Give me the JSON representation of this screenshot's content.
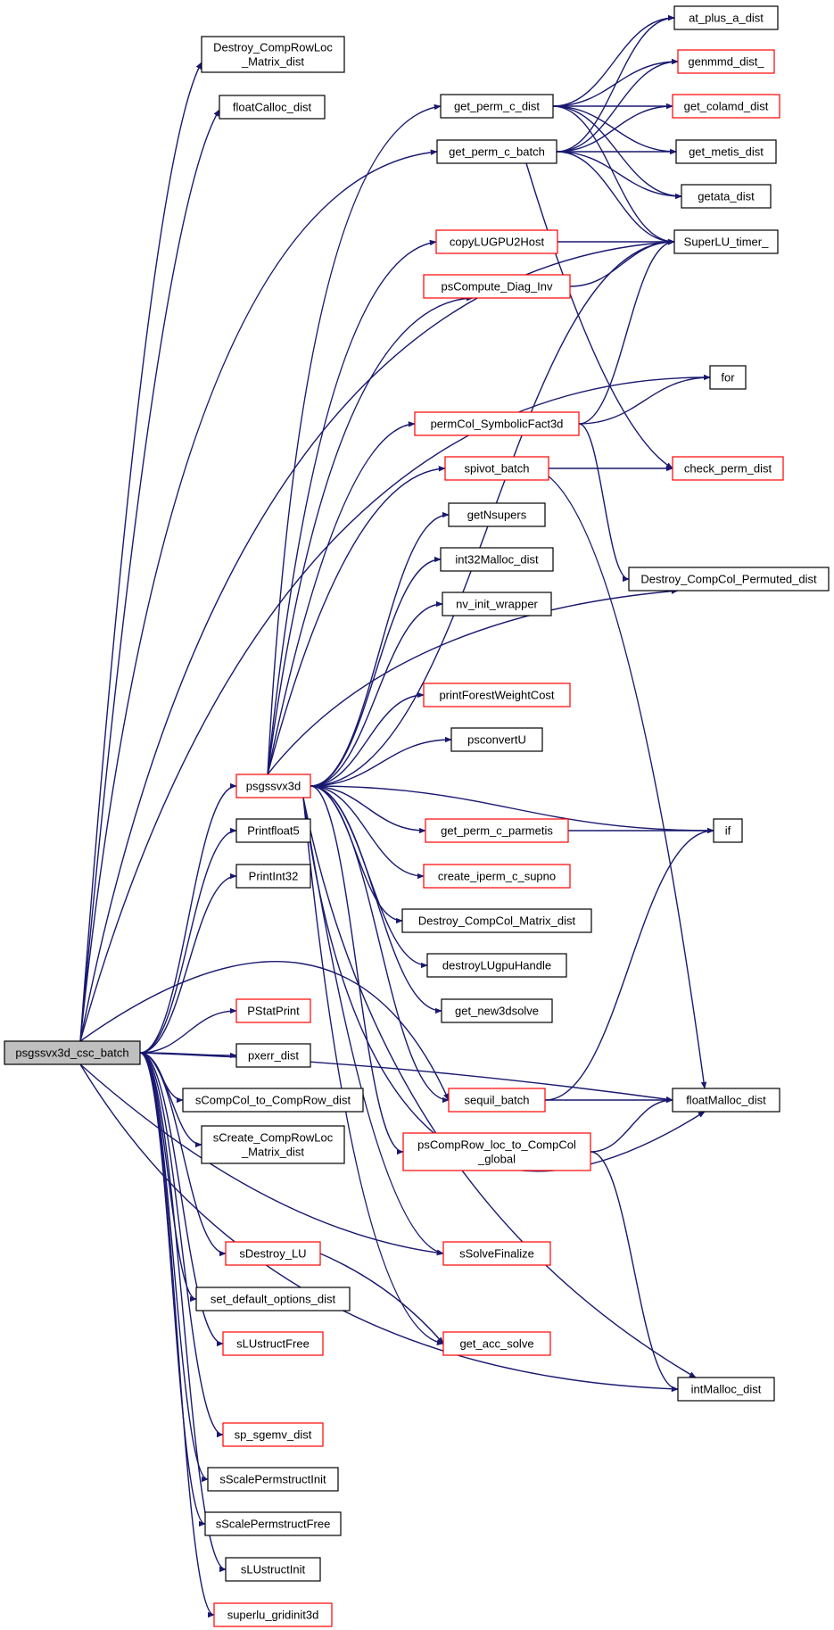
{
  "colors": {
    "edge": "#191970",
    "normal_border": "#000000",
    "highlight_border": "#ff0000",
    "root_fill": "#bfbfbf",
    "node_fill": "#ffffff"
  },
  "root": "psgssvx3d_csc_batch",
  "nodes": [
    {
      "id": "psgssvx3d_csc_batch",
      "lines": [
        "psgssvx3d_csc_batch"
      ],
      "style": "root"
    },
    {
      "id": "Destroy_CompRowLoc_Matrix_dist",
      "lines": [
        "Destroy_CompRowLoc",
        "_Matrix_dist"
      ],
      "style": "normal"
    },
    {
      "id": "floatCalloc_dist",
      "lines": [
        "floatCalloc_dist"
      ],
      "style": "normal"
    },
    {
      "id": "get_perm_c_batch",
      "lines": [
        "get_perm_c_batch"
      ],
      "style": "normal"
    },
    {
      "id": "SuperLU_timer_",
      "lines": [
        "SuperLU_timer_"
      ],
      "style": "normal"
    },
    {
      "id": "for",
      "lines": [
        "for"
      ],
      "style": "normal"
    },
    {
      "id": "psgssvx3d",
      "lines": [
        "psgssvx3d"
      ],
      "style": "red"
    },
    {
      "id": "Printfloat5",
      "lines": [
        "Printfloat5"
      ],
      "style": "normal"
    },
    {
      "id": "PrintInt32",
      "lines": [
        "PrintInt32"
      ],
      "style": "normal"
    },
    {
      "id": "PStatPrint",
      "lines": [
        "PStatPrint"
      ],
      "style": "red"
    },
    {
      "id": "pxerr_dist",
      "lines": [
        "pxerr_dist"
      ],
      "style": "normal"
    },
    {
      "id": "sCompCol_to_CompRow_dist",
      "lines": [
        "sCompCol_to_CompRow_dist"
      ],
      "style": "normal"
    },
    {
      "id": "sCreate_CompRowLoc_Matrix_dist",
      "lines": [
        "sCreate_CompRowLoc",
        "_Matrix_dist"
      ],
      "style": "normal"
    },
    {
      "id": "sDestroy_LU",
      "lines": [
        "sDestroy_LU"
      ],
      "style": "red"
    },
    {
      "id": "set_default_options_dist",
      "lines": [
        "set_default_options_dist"
      ],
      "style": "normal"
    },
    {
      "id": "sLUstructFree",
      "lines": [
        "sLUstructFree"
      ],
      "style": "red"
    },
    {
      "id": "sp_sgemv_dist",
      "lines": [
        "sp_sgemv_dist"
      ],
      "style": "red"
    },
    {
      "id": "sScalePermstructInit",
      "lines": [
        "sScalePermstructInit"
      ],
      "style": "normal"
    },
    {
      "id": "sScalePermstructFree",
      "lines": [
        "sScalePermstructFree"
      ],
      "style": "normal"
    },
    {
      "id": "sLUstructInit",
      "lines": [
        "sLUstructInit"
      ],
      "style": "normal"
    },
    {
      "id": "superlu_gridinit3d",
      "lines": [
        "superlu_gridinit3d"
      ],
      "style": "red"
    },
    {
      "id": "get_perm_c_dist",
      "lines": [
        "get_perm_c_dist"
      ],
      "style": "normal"
    },
    {
      "id": "copyLUGPU2Host",
      "lines": [
        "copyLUGPU2Host"
      ],
      "style": "red"
    },
    {
      "id": "psCompute_Diag_Inv",
      "lines": [
        "psCompute_Diag_Inv"
      ],
      "style": "red"
    },
    {
      "id": "permCol_SymbolicFact3d",
      "lines": [
        "permCol_SymbolicFact3d"
      ],
      "style": "red"
    },
    {
      "id": "spivot_batch",
      "lines": [
        "spivot_batch"
      ],
      "style": "red"
    },
    {
      "id": "getNsupers",
      "lines": [
        "getNsupers"
      ],
      "style": "normal"
    },
    {
      "id": "int32Malloc_dist",
      "lines": [
        "int32Malloc_dist"
      ],
      "style": "normal"
    },
    {
      "id": "nv_init_wrapper",
      "lines": [
        "nv_init_wrapper"
      ],
      "style": "normal"
    },
    {
      "id": "printForestWeightCost",
      "lines": [
        "printForestWeightCost"
      ],
      "style": "red"
    },
    {
      "id": "psconvertU",
      "lines": [
        "psconvertU"
      ],
      "style": "normal"
    },
    {
      "id": "get_perm_c_parmetis",
      "lines": [
        "get_perm_c_parmetis"
      ],
      "style": "red"
    },
    {
      "id": "create_iperm_c_supno",
      "lines": [
        "create_iperm_c_supno"
      ],
      "style": "red"
    },
    {
      "id": "Destroy_CompCol_Matrix_dist",
      "lines": [
        "Destroy_CompCol_Matrix_dist"
      ],
      "style": "normal"
    },
    {
      "id": "destroyLUgpuHandle",
      "lines": [
        "destroyLUgpuHandle"
      ],
      "style": "normal"
    },
    {
      "id": "get_new3dsolve",
      "lines": [
        "get_new3dsolve"
      ],
      "style": "normal"
    },
    {
      "id": "sequil_batch",
      "lines": [
        "sequil_batch"
      ],
      "style": "red"
    },
    {
      "id": "psCompRow_loc_to_CompCol_global",
      "lines": [
        "psCompRow_loc_to_CompCol",
        "_global"
      ],
      "style": "red"
    },
    {
      "id": "sSolveFinalize",
      "lines": [
        "sSolveFinalize"
      ],
      "style": "red"
    },
    {
      "id": "get_acc_solve",
      "lines": [
        "get_acc_solve"
      ],
      "style": "red"
    },
    {
      "id": "at_plus_a_dist",
      "lines": [
        "at_plus_a_dist"
      ],
      "style": "normal"
    },
    {
      "id": "genmmd_dist_",
      "lines": [
        "genmmd_dist_"
      ],
      "style": "red"
    },
    {
      "id": "get_colamd_dist",
      "lines": [
        "get_colamd_dist"
      ],
      "style": "red"
    },
    {
      "id": "get_metis_dist",
      "lines": [
        "get_metis_dist"
      ],
      "style": "normal"
    },
    {
      "id": "getata_dist",
      "lines": [
        "getata_dist"
      ],
      "style": "normal"
    },
    {
      "id": "check_perm_dist",
      "lines": [
        "check_perm_dist"
      ],
      "style": "red"
    },
    {
      "id": "Destroy_CompCol_Permuted_dist",
      "lines": [
        "Destroy_CompCol_Permuted_dist"
      ],
      "style": "normal"
    },
    {
      "id": "if",
      "lines": [
        "if"
      ],
      "style": "normal"
    },
    {
      "id": "floatMalloc_dist",
      "lines": [
        "floatMalloc_dist"
      ],
      "style": "normal"
    },
    {
      "id": "intMalloc_dist",
      "lines": [
        "intMalloc_dist"
      ],
      "style": "normal"
    }
  ],
  "edges": [
    [
      "psgssvx3d_csc_batch",
      "Destroy_CompRowLoc_Matrix_dist"
    ],
    [
      "psgssvx3d_csc_batch",
      "floatCalloc_dist"
    ],
    [
      "psgssvx3d_csc_batch",
      "get_perm_c_batch"
    ],
    [
      "psgssvx3d_csc_batch",
      "SuperLU_timer_"
    ],
    [
      "psgssvx3d_csc_batch",
      "for"
    ],
    [
      "psgssvx3d_csc_batch",
      "psgssvx3d"
    ],
    [
      "psgssvx3d_csc_batch",
      "Printfloat5"
    ],
    [
      "psgssvx3d_csc_batch",
      "PrintInt32"
    ],
    [
      "psgssvx3d_csc_batch",
      "PStatPrint"
    ],
    [
      "psgssvx3d_csc_batch",
      "pxerr_dist"
    ],
    [
      "psgssvx3d_csc_batch",
      "sCompCol_to_CompRow_dist"
    ],
    [
      "psgssvx3d_csc_batch",
      "sCreate_CompRowLoc_Matrix_dist"
    ],
    [
      "psgssvx3d_csc_batch",
      "sDestroy_LU"
    ],
    [
      "psgssvx3d_csc_batch",
      "set_default_options_dist"
    ],
    [
      "psgssvx3d_csc_batch",
      "sLUstructFree"
    ],
    [
      "psgssvx3d_csc_batch",
      "sp_sgemv_dist"
    ],
    [
      "psgssvx3d_csc_batch",
      "sScalePermstructInit"
    ],
    [
      "psgssvx3d_csc_batch",
      "sScalePermstructFree"
    ],
    [
      "psgssvx3d_csc_batch",
      "sLUstructInit"
    ],
    [
      "psgssvx3d_csc_batch",
      "superlu_gridinit3d"
    ],
    [
      "psgssvx3d_csc_batch",
      "sequil_batch"
    ],
    [
      "psgssvx3d_csc_batch",
      "sSolveFinalize"
    ],
    [
      "psgssvx3d_csc_batch",
      "floatMalloc_dist"
    ],
    [
      "psgssvx3d_csc_batch",
      "intMalloc_dist"
    ],
    [
      "psgssvx3d",
      "get_perm_c_dist"
    ],
    [
      "psgssvx3d",
      "copyLUGPU2Host"
    ],
    [
      "psgssvx3d",
      "psCompute_Diag_Inv"
    ],
    [
      "psgssvx3d",
      "permCol_SymbolicFact3d"
    ],
    [
      "psgssvx3d",
      "spivot_batch"
    ],
    [
      "psgssvx3d",
      "getNsupers"
    ],
    [
      "psgssvx3d",
      "int32Malloc_dist"
    ],
    [
      "psgssvx3d",
      "nv_init_wrapper"
    ],
    [
      "psgssvx3d",
      "printForestWeightCost"
    ],
    [
      "psgssvx3d",
      "psconvertU"
    ],
    [
      "psgssvx3d",
      "get_perm_c_parmetis"
    ],
    [
      "psgssvx3d",
      "create_iperm_c_supno"
    ],
    [
      "psgssvx3d",
      "Destroy_CompCol_Matrix_dist"
    ],
    [
      "psgssvx3d",
      "destroyLUgpuHandle"
    ],
    [
      "psgssvx3d",
      "get_new3dsolve"
    ],
    [
      "psgssvx3d",
      "sequil_batch"
    ],
    [
      "psgssvx3d",
      "psCompRow_loc_to_CompCol_global"
    ],
    [
      "psgssvx3d",
      "sSolveFinalize"
    ],
    [
      "psgssvx3d",
      "get_acc_solve"
    ],
    [
      "psgssvx3d",
      "Destroy_CompCol_Permuted_dist"
    ],
    [
      "psgssvx3d",
      "if"
    ],
    [
      "psgssvx3d",
      "SuperLU_timer_"
    ],
    [
      "psgssvx3d",
      "floatMalloc_dist"
    ],
    [
      "psgssvx3d",
      "intMalloc_dist"
    ],
    [
      "get_perm_c_dist",
      "at_plus_a_dist"
    ],
    [
      "get_perm_c_dist",
      "genmmd_dist_"
    ],
    [
      "get_perm_c_dist",
      "get_colamd_dist"
    ],
    [
      "get_perm_c_dist",
      "get_metis_dist"
    ],
    [
      "get_perm_c_dist",
      "getata_dist"
    ],
    [
      "get_perm_c_dist",
      "SuperLU_timer_"
    ],
    [
      "get_perm_c_batch",
      "at_plus_a_dist"
    ],
    [
      "get_perm_c_batch",
      "genmmd_dist_"
    ],
    [
      "get_perm_c_batch",
      "get_colamd_dist"
    ],
    [
      "get_perm_c_batch",
      "get_metis_dist"
    ],
    [
      "get_perm_c_batch",
      "getata_dist"
    ],
    [
      "get_perm_c_batch",
      "SuperLU_timer_"
    ],
    [
      "get_perm_c_batch",
      "check_perm_dist"
    ],
    [
      "copyLUGPU2Host",
      "SuperLU_timer_"
    ],
    [
      "psCompute_Diag_Inv",
      "SuperLU_timer_"
    ],
    [
      "permCol_SymbolicFact3d",
      "SuperLU_timer_"
    ],
    [
      "permCol_SymbolicFact3d",
      "for"
    ],
    [
      "permCol_SymbolicFact3d",
      "Destroy_CompCol_Permuted_dist"
    ],
    [
      "spivot_batch",
      "check_perm_dist"
    ],
    [
      "spivot_batch",
      "floatMalloc_dist"
    ],
    [
      "get_perm_c_parmetis",
      "if"
    ],
    [
      "sequil_batch",
      "if"
    ],
    [
      "sequil_batch",
      "floatMalloc_dist"
    ],
    [
      "psCompRow_loc_to_CompCol_global",
      "floatMalloc_dist"
    ],
    [
      "psCompRow_loc_to_CompCol_global",
      "intMalloc_dist"
    ],
    [
      "sDestroy_LU",
      "get_acc_solve"
    ]
  ]
}
